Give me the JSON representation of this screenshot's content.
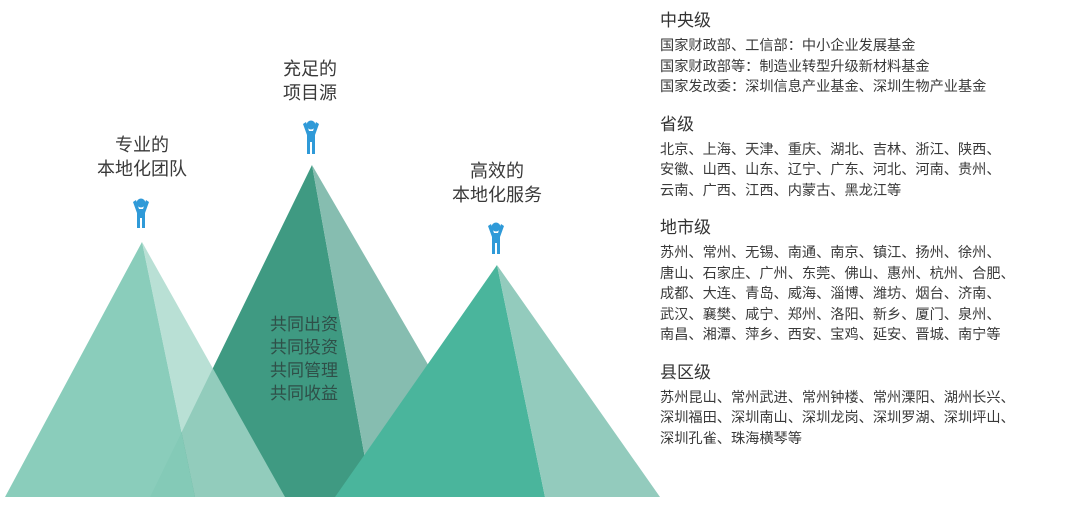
{
  "diagram": {
    "colors": {
      "left_main": "#86cbb9",
      "left_shade": "#a7d8cb",
      "mid_main": "#3f9a82",
      "mid_shade": "#86bdb0",
      "right_main": "#4ab59c",
      "right_shade": "#93cbbd",
      "person": "#2f9ad8"
    },
    "peaks": [
      {
        "id": "left",
        "label_lines": [
          "专业的",
          "本地化团队"
        ]
      },
      {
        "id": "middle",
        "label_lines": [
          "充足的",
          "项目源"
        ]
      },
      {
        "id": "right",
        "label_lines": [
          "高效的",
          "本地化服务"
        ]
      }
    ],
    "center_list": [
      "共同出资",
      "共同投资",
      "共同管理",
      "共同收益"
    ]
  },
  "panel": {
    "sections": [
      {
        "title": "中央级",
        "lines": [
          "国家财政部、工信部：中小企业发展基金",
          "国家财政部等：制造业转型升级新材料基金",
          "国家发改委：深圳信息产业基金、深圳生物产业基金"
        ]
      },
      {
        "title": "省级",
        "lines": [
          "北京、上海、天津、重庆、湖北、吉林、浙江、陕西、",
          "安徽、山西、山东、辽宁、广东、河北、河南、贵州、",
          "云南、广西、江西、内蒙古、黑龙江等"
        ]
      },
      {
        "title": "地市级",
        "lines": [
          "苏州、常州、无锡、南通、南京、镇江、扬州、徐州、",
          "唐山、石家庄、广州、东莞、佛山、惠州、杭州、合肥、",
          "成都、大连、青岛、威海、淄博、潍坊、烟台、济南、",
          "武汉、襄樊、咸宁、郑州、洛阳、新乡、厦门、泉州、",
          "南昌、湘潭、萍乡、西安、宝鸡、延安、晋城、南宁等"
        ]
      },
      {
        "title": "县区级",
        "lines": [
          "苏州昆山、常州武进、常州钟楼、常州溧阳、湖州长兴、",
          "深圳福田、深圳南山、深圳龙岗、深圳罗湖、深圳坪山、",
          "深圳孔雀、珠海横琴等"
        ]
      }
    ]
  }
}
